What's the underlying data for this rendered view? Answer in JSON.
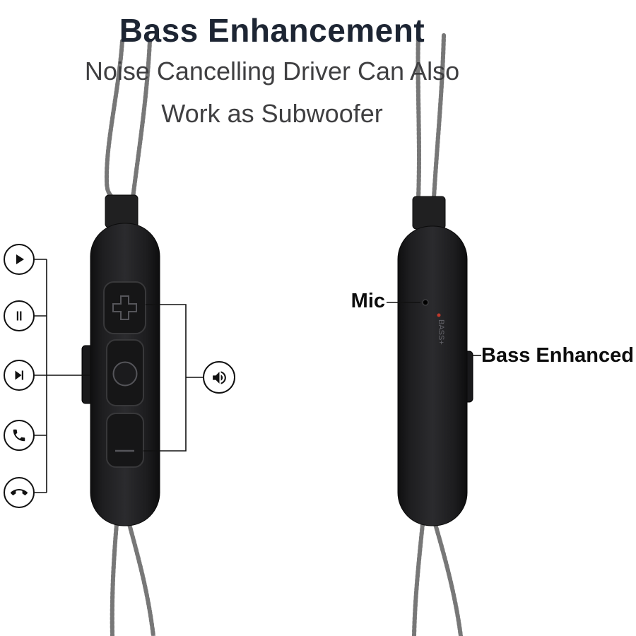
{
  "header": {
    "title": "Bass Enhancement",
    "subtitle_line1": "Noise Cancelling Driver Can Also",
    "subtitle_line2": "Work as Subwoofer"
  },
  "annotations": {
    "mic_label": "Mic",
    "bass_switch_label": "Bass Enhanced",
    "device_print": "BASS+"
  },
  "icons": {
    "left_column": [
      "play-icon",
      "pause-icon",
      "next-track-icon",
      "call-answer-icon",
      "call-end-icon"
    ],
    "volume": "speaker-icon"
  },
  "colors": {
    "title": "#1d2533",
    "subtitle": "#3f3f41",
    "remote_body": "#1b1b1d",
    "cable": "#9a9a9a",
    "annotation_line": "#111111",
    "accent_red": "#c0392b"
  }
}
